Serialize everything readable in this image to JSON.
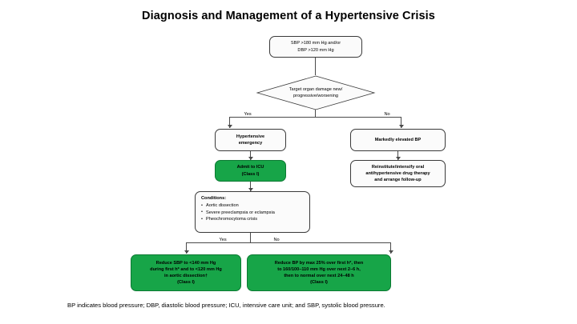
{
  "title": "Diagnosis and Management of a Hypertensive Crisis",
  "colors": {
    "green_fill": "#17a548",
    "green_border": "#0c7a33",
    "node_fill": "#fbfbfb",
    "node_border": "#3a3a3a",
    "edge": "#4a4a4a",
    "text": "#000000",
    "background": "#ffffff"
  },
  "flow": {
    "start_node": {
      "line1": "SBP >180 mm Hg and/or",
      "line2": "DBP >120 mm Hg"
    },
    "decision1": {
      "line1": "Target organ damage new/",
      "line2": "progressive/worsening"
    },
    "decision1_yes": "Yes",
    "decision1_no": "No",
    "emergency_node": {
      "line1": "Hypertensive",
      "line2": "emergency"
    },
    "markedly_elevated_node": "Markedly elevated BP",
    "admit_icu_node": {
      "line1": "Admit to ICU",
      "line2": "(Class I)"
    },
    "oral_therapy_node": {
      "line1": "Reinstitute/intensify oral",
      "line2": "antihypertensive drug therapy",
      "line3": "and arrange follow-up"
    },
    "conditions_node": {
      "header": "Conditions:",
      "items": [
        "Aortic dissection",
        "Severe preeclampsia or eclampsia",
        "Pheochromocytoma crisis"
      ]
    },
    "decision2_yes": "Yes",
    "decision2_no": "No",
    "outcome_left": {
      "line1": "Reduce SBP to <140 mm Hg",
      "line2": "during first h* and to <120 mm Hg",
      "line3": "in aortic dissection†",
      "line4": "(Class I)"
    },
    "outcome_right": {
      "line1": "Reduce BP by max 25% over first h*, then",
      "line2": "to 160/100–110 mm Hg over next 2–6 h,",
      "line3": "then to normal over next 24–48 h",
      "line4": "(Class I)"
    }
  },
  "footnote": "BP indicates blood pressure; DBP, diastolic blood pressure; ICU, intensive care unit; and SBP, systolic blood pressure."
}
